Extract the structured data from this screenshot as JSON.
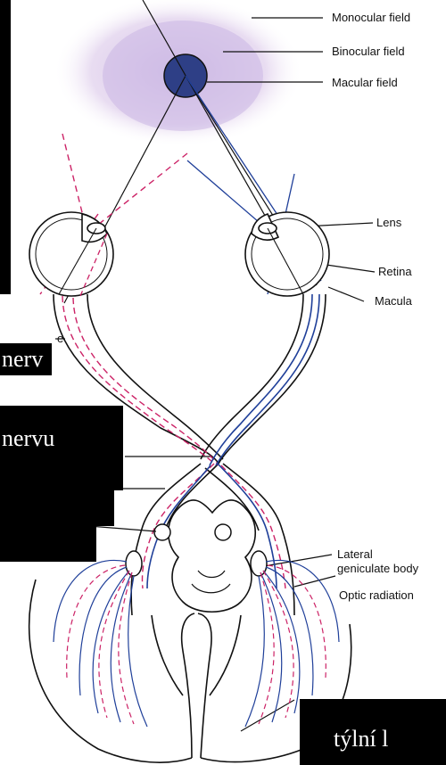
{
  "labels": {
    "monocular_field": "Monocular field",
    "binocular_field": "Binocular field",
    "macular_field": "Macular field",
    "lens": "Lens",
    "retina": "Retina",
    "macula": "Macula",
    "lateral_geniculate_body_line1": "Lateral",
    "lateral_geniculate_body_line2": "geniculate body",
    "optic_radiation": "Optic radiation",
    "optic_nerve_fragment": "e"
  },
  "overlays": {
    "nerv": "nerv",
    "nervu": "nervu",
    "tylni": "týlní l"
  },
  "colors": {
    "left_pathway": "#cc2266",
    "right_pathway": "#1f3f99",
    "visual_field": "#d9c2e6",
    "binocular_field": "#c4aee0",
    "macular_field": "#2e3f86",
    "outline": "#111111"
  }
}
